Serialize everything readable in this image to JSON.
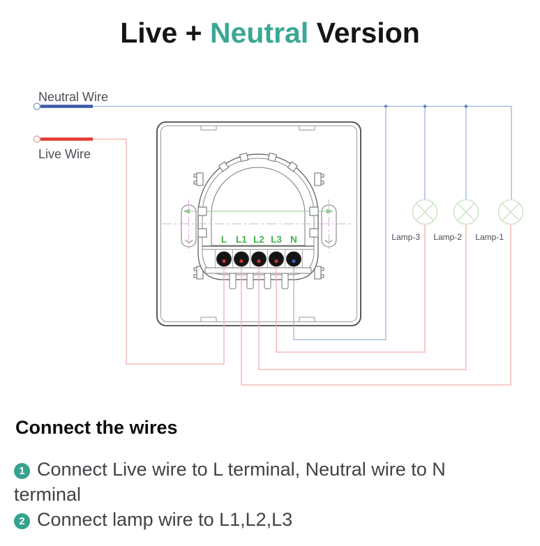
{
  "title": {
    "part1": "Live + ",
    "highlight": "Neutral",
    "part2": "Version"
  },
  "colors": {
    "accent_teal": "#3ba795",
    "neutral_blue_thick": "#3c59a6",
    "neutral_blue_thin": "#9db1d8",
    "live_red_thick": "#e63832",
    "live_red_thin": "#f2aeac",
    "terminal_green": "#3cb44a",
    "lamp_green": "#cde7c6",
    "centerline_magenta": "#d9aede",
    "dimension_green": "#8fcb8f"
  },
  "diagram": {
    "neutral_wire_label": "Neutral Wire",
    "live_wire_label": "Live Wire",
    "terminals": [
      "L",
      "L1",
      "L2",
      "L3",
      "N"
    ],
    "lamps": [
      "Lamp-3",
      "Lamp-2",
      "Lamp-1"
    ]
  },
  "instructions": {
    "heading": "Connect the wires",
    "items": [
      {
        "badge": "1",
        "lines": [
          "Connect Live wire to L terminal, Neutral wire to N",
          "terminal"
        ]
      },
      {
        "badge": "2",
        "lines": [
          "Connect lamp wire to L1,L2,L3"
        ]
      }
    ]
  }
}
